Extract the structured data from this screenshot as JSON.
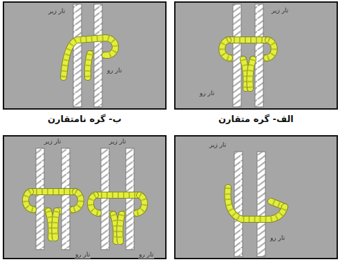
{
  "diagram": {
    "labels": [
      "تار زیر",
      "تار رو",
      "الف- گره متقارن",
      "تار زیر",
      "تار رو",
      "ب- گره نامتقارن",
      "تار زیر",
      "تار رو",
      "تار زیر",
      "تار زیر",
      "تار رو",
      "تار رو"
    ]
  }
}
